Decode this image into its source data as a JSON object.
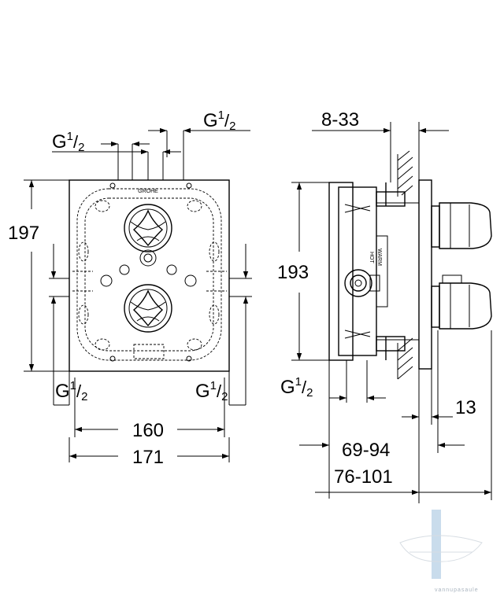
{
  "front_view": {
    "top_right_thread": {
      "base": "G",
      "num": "1",
      "den": "2"
    },
    "top_left_thread": {
      "base": "G",
      "num": "1",
      "den": "2"
    },
    "bottom_left_thread": {
      "base": "G",
      "num": "1",
      "den": "2"
    },
    "bottom_right_thread": {
      "base": "G",
      "num": "1",
      "den": "2"
    },
    "height": "197",
    "inner_width": "160",
    "outer_width": "171",
    "brand_mark": "GROHE"
  },
  "side_view": {
    "top_depth": "8-33",
    "height": "193",
    "thread": {
      "base": "G",
      "num": "1",
      "den": "2"
    },
    "plate_offset": "13",
    "depth_short": "69-94",
    "depth_long": "76-101",
    "body_markings": [
      "HOT",
      "WARM"
    ]
  },
  "watermark": {
    "text": "vannupasaule"
  },
  "colors": {
    "line": "#000000",
    "watermark": "#a9b4bf"
  }
}
